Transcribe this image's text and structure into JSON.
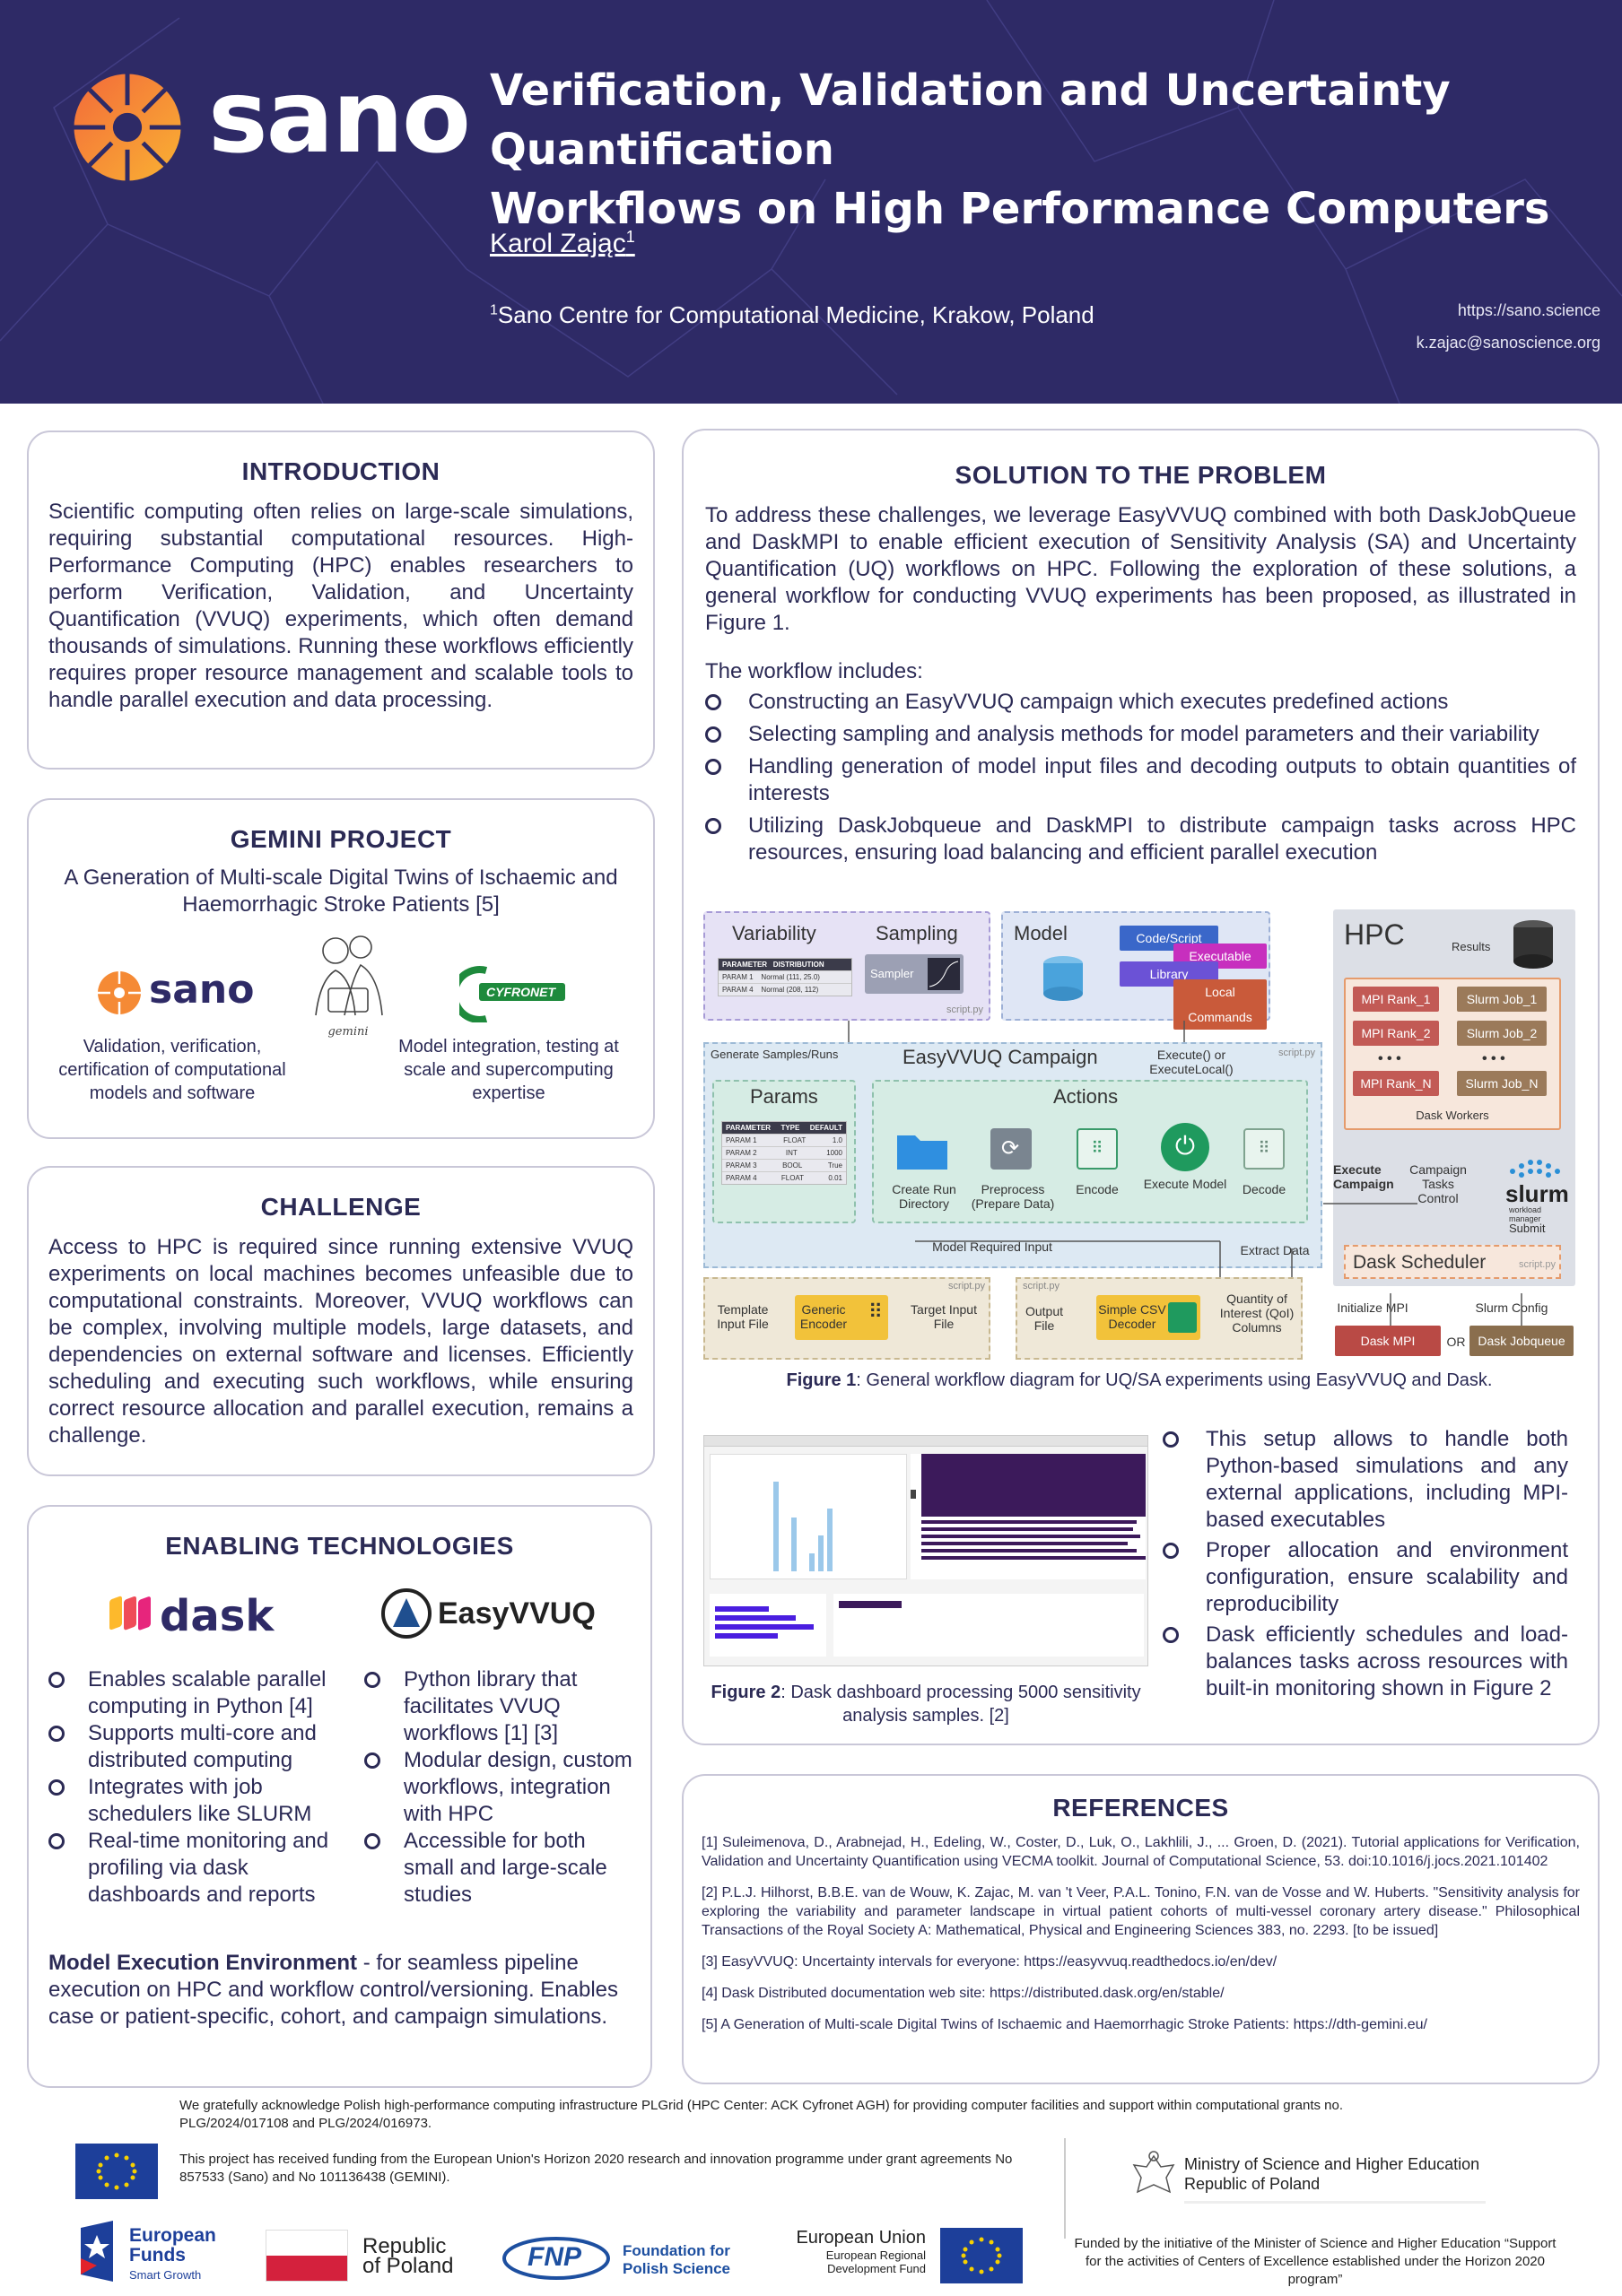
{
  "header": {
    "logo": "sano",
    "title_l1": "Verification, Validation and Uncertainty Quantification",
    "title_l2": "Workflows on High Performance Computers",
    "author": "Karol Zając",
    "author_sup": "1",
    "affil_sup": "1",
    "affiliation": "Sano Centre for Computational Medicine, Krakow, Poland",
    "url": "https://sano.science",
    "email": "k.zajac@sanoscience.org"
  },
  "intro": {
    "heading": "INTRODUCTION",
    "text": "Scientific computing often relies on large-scale simulations, requiring substantial computational resources. High-Performance Computing (HPC) enables researchers to perform Verification, Validation, and Uncertainty Quantification (VVUQ) experiments, which often demand thousands of simulations. Running these workflows efficiently requires proper resource management and scalable tools to handle parallel execution and data processing."
  },
  "gemini": {
    "heading": "GEMINI PROJECT",
    "subtitle": "A Generation of Multi-scale Digital Twins of Ischaemic and Haemorrhagic Stroke Patients [5]",
    "sano_logo": "sano",
    "gemini_logo": "gemini",
    "cyfronet_logo": "CYFRONET",
    "left_caption": "Validation, verification, certification of computational models and software",
    "right_caption": "Model integration, testing at scale and supercomputing expertise"
  },
  "challenge": {
    "heading": "CHALLENGE",
    "text": "Access to HPC is required since running extensive VVUQ experiments on local machines becomes unfeasible due to computational constraints. Moreover, VVUQ workflows can be complex, involving multiple models, large datasets, and dependencies on external software and licenses. Efficiently scheduling and executing such workflows, while ensuring correct resource allocation and parallel execution, remains a challenge."
  },
  "enabling": {
    "heading": "ENABLING TECHNOLOGIES",
    "dask_logo": "dask",
    "easy_logo": "EasyVVUQ",
    "dask_items": [
      "Enables scalable parallel computing in Python [4]",
      "Supports multi-core and distributed computing",
      "Integrates with job schedulers like SLURM",
      "Real-time monitoring and profiling via dask dashboards and reports"
    ],
    "easy_items": [
      "Python library that facilitates VVUQ workflows [1] [3]",
      "Modular design, custom workflows, integration with HPC",
      "Accessible for both small and large-scale studies"
    ],
    "env_bold": "Model Execution Environment",
    "env_text": " - for seamless pipeline execution on HPC and workflow control/versioning. Enables case or patient-specific, cohort, and campaign simulations."
  },
  "solution": {
    "heading": "SOLUTION TO THE PROBLEM",
    "text": "To address these challenges, we leverage EasyVVUQ combined with both DaskJobQueue and DaskMPI to enable efficient execution of Sensitivity Analysis (SA) and Uncertainty Quantification (UQ) workflows on HPC. Following the exploration of these solutions, a general workflow for conducting VVUQ experiments has been proposed, as illustrated in Figure 1.",
    "includes": "The workflow includes:",
    "items": [
      "Constructing an EasyVVUQ campaign which executes predefined actions",
      "Selecting sampling and analysis methods for model parameters and their variability",
      "Handling generation of model input files and decoding outputs to obtain quantities of interests",
      "Utilizing DaskJobqueue and DaskMPI to distribute campaign tasks across HPC resources, ensuring load balancing and efficient parallel execution"
    ],
    "fig1_label": "Figure 1",
    "fig1_caption": ": General workflow diagram for UQ/SA experiments using EasyVVUQ and Dask.",
    "fig2_label": "Figure 2",
    "fig2_caption": ": Dask dashboard processing 5000 sensitivity analysis samples. [2]",
    "side_items": [
      "This setup allows to handle both Python-based simulations and any external applications, including MPI-based executables",
      "Proper allocation and environment configuration, ensure scalability and reproducibility",
      "Dask efficiently schedules and load-balances tasks across resources with built-in monitoring shown in Figure 2"
    ]
  },
  "diagram": {
    "variability": "Variability",
    "sampling": "Sampling",
    "sampler": "Sampler",
    "script": "script.py",
    "vt_h1": "PARAMETER",
    "vt_h2": "DISTRIBUTION",
    "vt_r1a": "PARAM 1",
    "vt_r1b": "Normal (111, 25.0)",
    "vt_r2a": "PARAM 4",
    "vt_r2b": "Normal (208, 112)",
    "model": "Model",
    "code": "Code/Script",
    "library": "Library",
    "executable": "Executable",
    "local": "Local Commands",
    "hpc": "HPC",
    "results": "Results",
    "gen": "Generate Samples/Runs",
    "campaign": "EasyVVUQ Campaign",
    "execute_or": "Execute() or ExecuteLocal()",
    "params": "Params",
    "actions": "Actions",
    "pt_h1": "PARAMETER",
    "pt_h2": "TYPE",
    "pt_h3": "DEFAULT",
    "pt_rows": [
      [
        "PARAM 1",
        "FLOAT",
        "1.0"
      ],
      [
        "PARAM 2",
        "INT",
        "1000"
      ],
      [
        "PARAM 3",
        "BOOL",
        "True"
      ],
      [
        "PARAM 4",
        "FLOAT",
        "0.01"
      ]
    ],
    "create_run": "Create Run Directory",
    "preprocess": "Preprocess (Prepare Data)",
    "encode": "Encode",
    "execute_model": "Execute Model",
    "decode": "Decode",
    "mpi1": "MPI Rank_1",
    "mpi2": "MPI Rank_2",
    "mpin": "MPI Rank_N",
    "slurm1": "Slurm Job_1",
    "slurm2": "Slurm Job_2",
    "slurmn": "Slurm Job_N",
    "dots": "• • •",
    "dask_workers": "Dask Workers",
    "exec_campaign": "Execute Campaign",
    "campaign_tasks": "Campaign Tasks Control",
    "slurm": "slurm",
    "slurm_sub": "workload manager",
    "submit": "Submit",
    "model_req": "Model Required Input",
    "extract": "Extract Data",
    "dask_sched": "Dask Scheduler",
    "template": "Template Input File",
    "generic_enc": "Generic Encoder",
    "target": "Target Input File",
    "output_file": "Output File",
    "csv_dec": "Simple CSV Decoder",
    "qoi": "Quantity of Interest (QoI) Columns",
    "init_mpi": "Initialize MPI",
    "slurm_config": "Slurm Config",
    "dask_mpi": "Dask MPI",
    "or": "OR",
    "dask_jobq": "Dask Jobqueue"
  },
  "references": {
    "heading": "REFERENCES",
    "items": [
      "[1] Suleimenova, D., Arabnejad, H., Edeling, W., Coster, D., Luk, O., Lakhlili, J., ... Groen, D. (2021). Tutorial applications for Verification, Validation and Uncertainty Quantification using VECMA toolkit. Journal of Computational Science, 53. doi:10.1016/j.jocs.2021.101402",
      "[2] P.L.J. Hilhorst, B.B.E. van de Wouw, K. Zajac, M. van 't Veer, P.A.L. Tonino, F.N. van de Vosse and W. Huberts. \"Sensitivity analysis for exploring the variability and parameter landscape in virtual patient cohorts of multi-vessel coronary artery disease.\" Philosophical Transactions of the Royal Society A: Mathematical, Physical and Engineering Sciences 383, no. 2293. [to be issued]",
      "[3] EasyVVUQ: Uncertainty intervals for everyone: https://easyvvuq.readthedocs.io/en/dev/",
      "[4] Dask Distributed documentation web site: https://distributed.dask.org/en/stable/",
      "[5] A Generation of Multi-scale Digital Twins of Ischaemic and Haemorrhagic Stroke Patients: https://dth-gemini.eu/"
    ]
  },
  "footer": {
    "ack": "We gratefully acknowledge Polish high-performance computing infrastructure PLGrid (HPC Center: ACK Cyfronet AGH) for providing computer facilities and support within computational grants no. PLG/2024/017108 and PLG/2024/016973.",
    "eu_text": "This project has received funding from the European Union's Horizon 2020 research and innovation programme under grant agreements No 857533 (Sano) and No 101136438 (GEMINI).",
    "ministry": "Ministry of Science and Higher Education Republic of Poland",
    "eu_funds1": "European",
    "eu_funds2": "Funds",
    "eu_funds3": "Smart Growth",
    "rp1": "Republic",
    "rp2": "of Poland",
    "fnp": "FNP",
    "fnp1": "Foundation for",
    "fnp2": "Polish Science",
    "eu1": "European Union",
    "eu2": "European Regional",
    "eu3": "Development Fund",
    "funded": "Funded by the initiative of the Minister of Science and Higher Education “Support for the activities of Centers of Excellence established under the Horizon 2020 program”"
  }
}
